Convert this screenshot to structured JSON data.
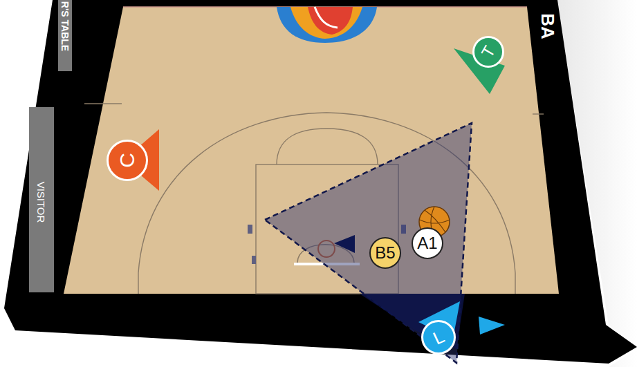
{
  "diagram": {
    "nodes": [
      {
        "text": [
          "T"
        ]
      },
      {
        "text": [
          "C"
        ]
      },
      {
        "text": [
          "B5"
        ]
      },
      {
        "text": [
          "A1"
        ]
      },
      {
        "text": [
          "L"
        ]
      }
    ],
    "labels": [
      "R'S TABLE",
      "VISITOR",
      "BA"
    ]
  }
}
